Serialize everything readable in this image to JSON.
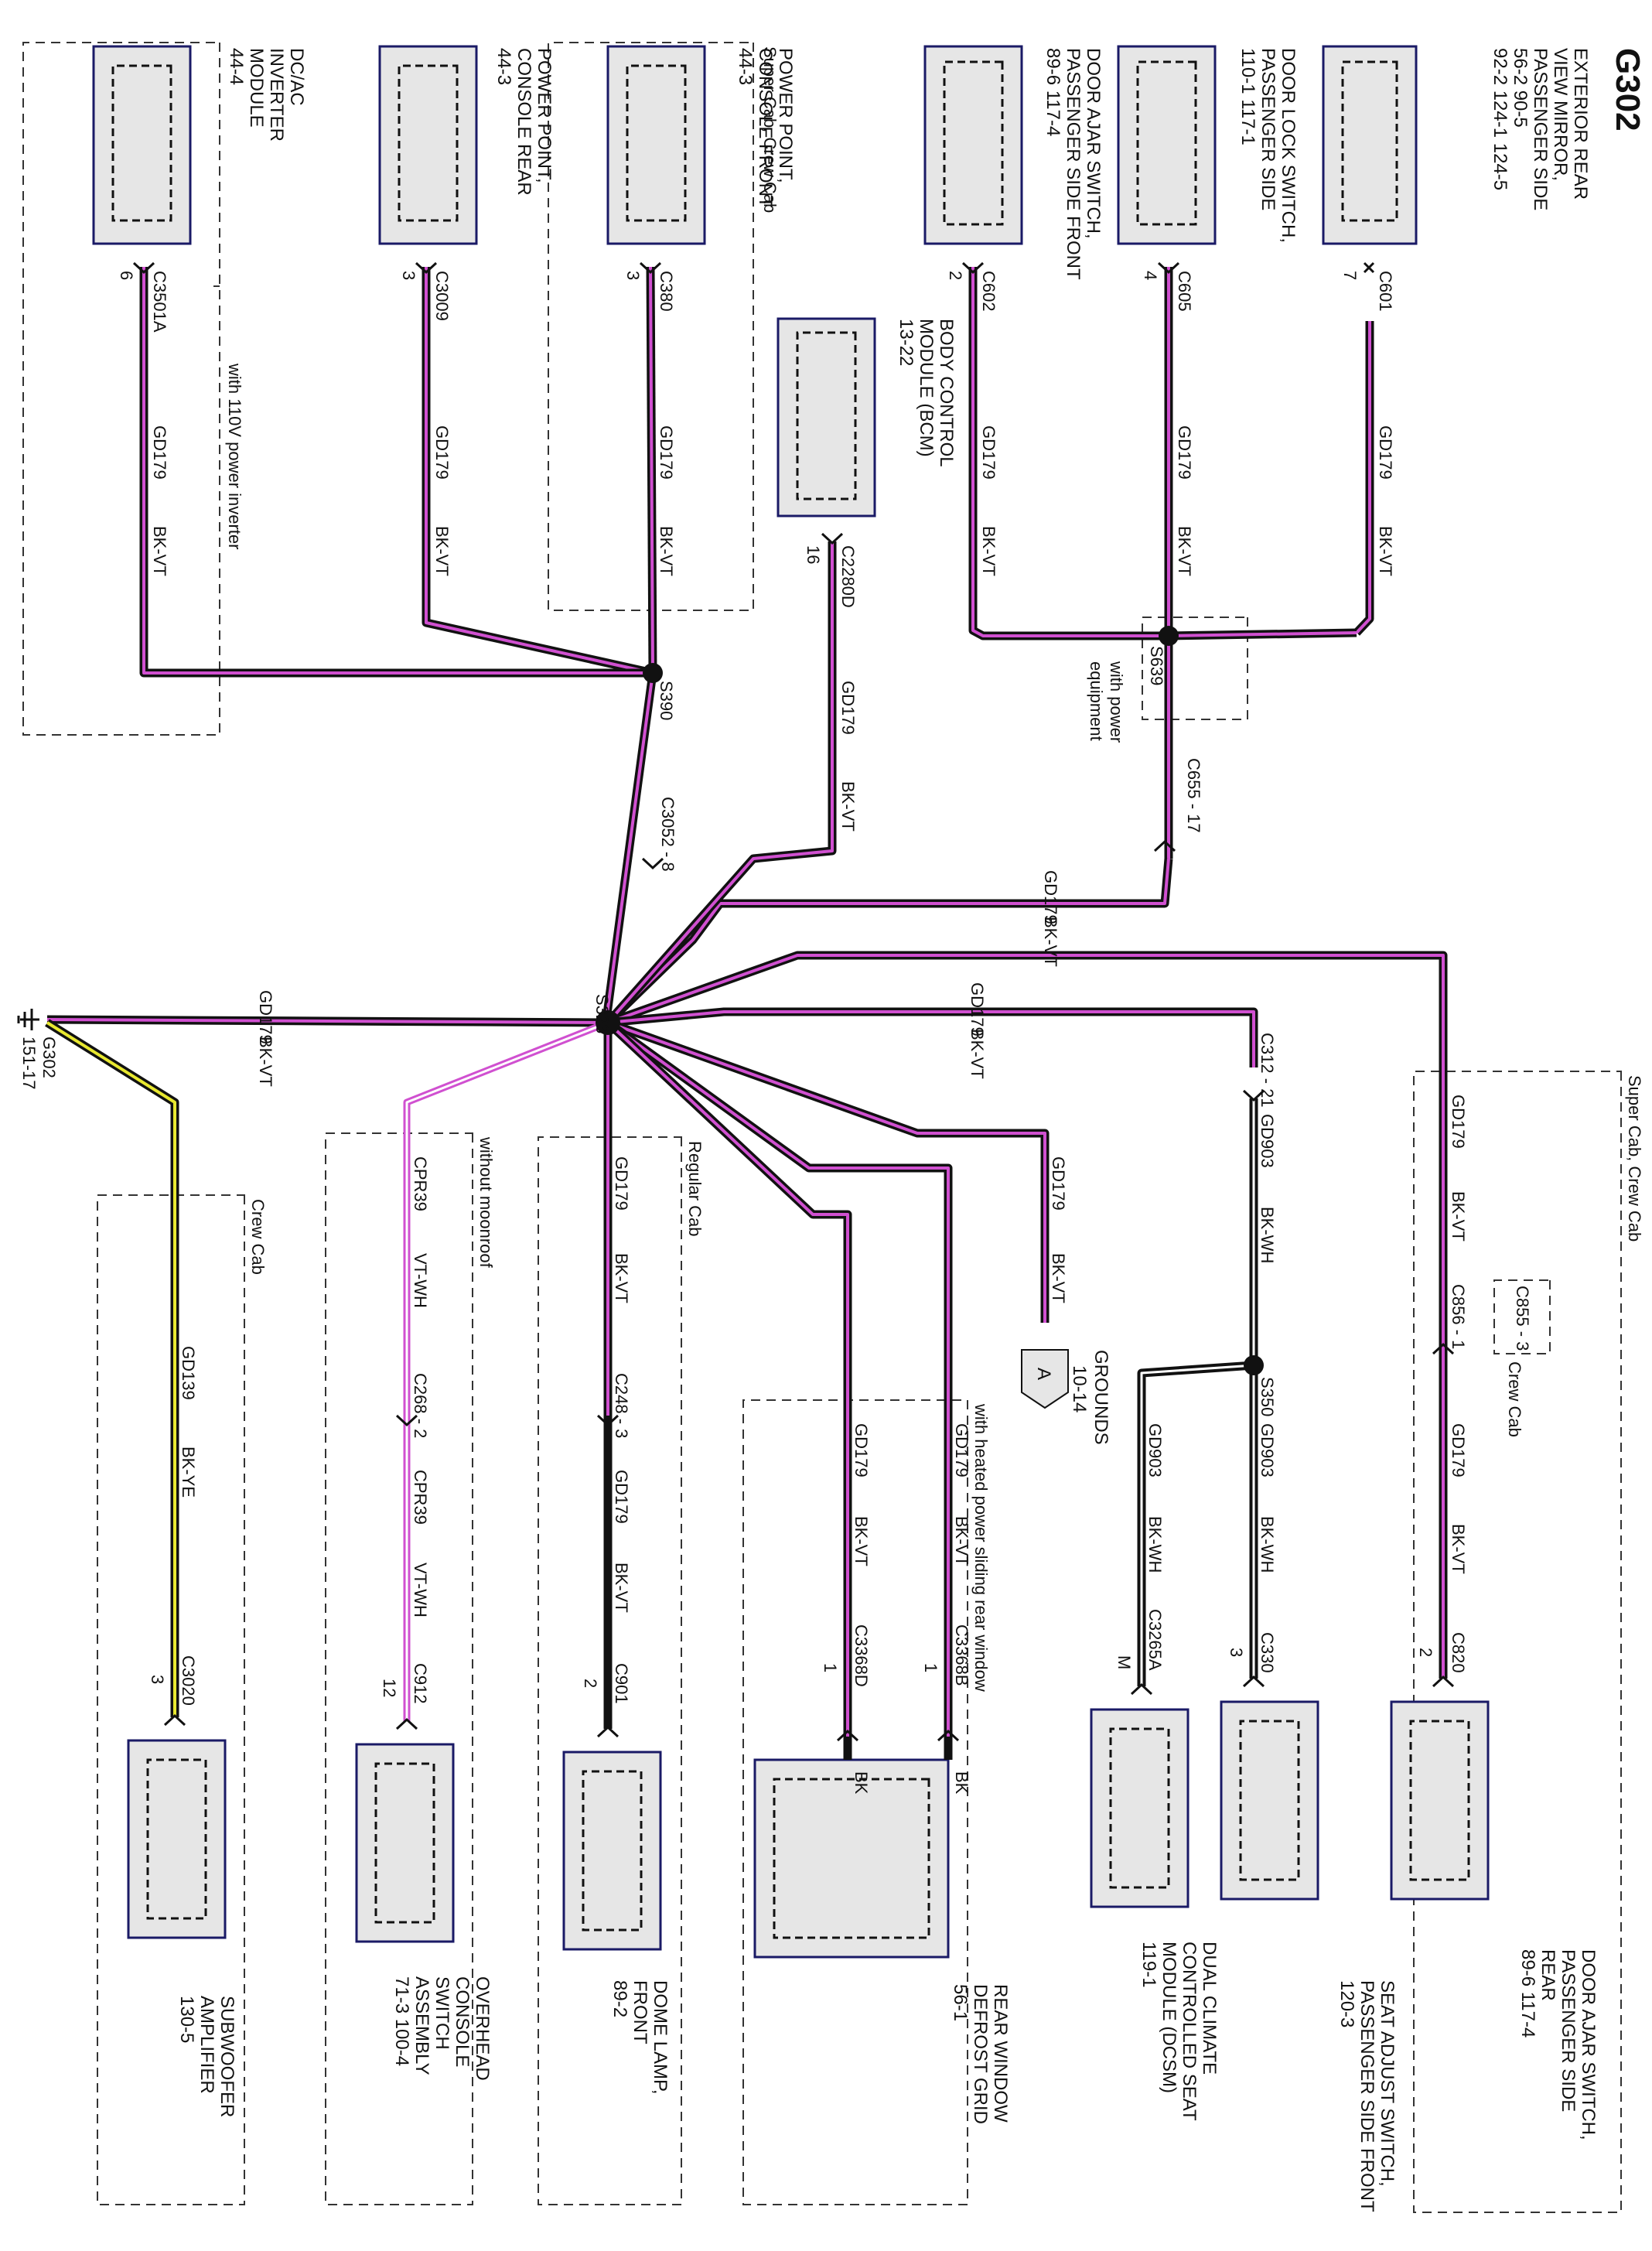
{
  "diagram": {
    "ground_title": "G302",
    "ground_ref": {
      "name": "G302",
      "page": "151-17"
    },
    "splices": {
      "s323": "S323",
      "s390": "S390",
      "s639": "S639",
      "s350": "S350"
    },
    "components": {
      "mirror": {
        "l1": "EXTERIOR REAR",
        "l2": "VIEW MIRROR,",
        "l3": "PASSENGER SIDE",
        "l4": "56-2     90-5",
        "l5": "92-2     124-1     124-5"
      },
      "door_lock": {
        "l1": "DOOR LOCK SWITCH,",
        "l2": "PASSENGER SIDE",
        "l3": "110-1       117-1"
      },
      "door_ajar_front": {
        "l1": "DOOR AJAR SWITCH,",
        "l2": "PASSENGER SIDE FRONT",
        "l3": "89-6       117-4"
      },
      "bcm": {
        "l1": "BODY CONTROL",
        "l2": "MODULE (BCM)",
        "l3": "13-22"
      },
      "pp_front": {
        "l1": "POWER POINT,",
        "l2": "CONSOLE FRONT",
        "l3": "44-3"
      },
      "pp_rear": {
        "l1": "POWER POINT,",
        "l2": "CONSOLE REAR",
        "l3": "44-3"
      },
      "inverter": {
        "l1": "DC/AC",
        "l2": "INVERTER",
        "l3": "MODULE",
        "l4": "44-4"
      },
      "door_ajar_rear": {
        "l1": "DOOR AJAR SWITCH,",
        "l2": "PASSENGER SIDE",
        "l3": "REAR",
        "l4": "89-6       117-4"
      },
      "seat_adjust": {
        "l1": "SEAT ADJUST SWITCH,",
        "l2": "PASSENGER SIDE FRONT",
        "l3": "120-3"
      },
      "dcsm": {
        "l1": "DUAL CLIMATE",
        "l2": "CONTROLLED SEAT",
        "l3": "MODULE (DCSM)",
        "l4": "119-1"
      },
      "defrost": {
        "l1": "REAR WINDOW",
        "l2": "DEFROST GRID",
        "l3": "56-1"
      },
      "dome": {
        "l1": "DOME LAMP,",
        "l2": "FRONT",
        "l3": "89-2"
      },
      "overhead": {
        "l1": "OVERHEAD",
        "l2": "CONSOLE",
        "l3": "SWITCH",
        "l4": "ASSEMBLY",
        "l5": "71-3     100-4"
      },
      "subwoofer": {
        "l1": "SUBWOOFER",
        "l2": "AMPLIFIER",
        "l3": "130-5"
      }
    },
    "connectors": {
      "c601": {
        "name": "C601",
        "pin": "7"
      },
      "c605": {
        "name": "C605",
        "pin": "4"
      },
      "c602": {
        "name": "C602",
        "pin": "2"
      },
      "c2280d": {
        "name": "C2280D",
        "pin": "16"
      },
      "c380": {
        "name": "C380",
        "pin": "3"
      },
      "c3009": {
        "name": "C3009",
        "pin": "3"
      },
      "c3501a": {
        "name": "C3501A",
        "pin": "6"
      },
      "c655": "C655 - 17",
      "c3052": "C3052 - 8",
      "c312": "C312 - 21",
      "c856": "C856 - 1",
      "c855": "C855 - 3",
      "c820": {
        "name": "C820",
        "pin": "2"
      },
      "c330": {
        "name": "C330",
        "pin": "3"
      },
      "c3265a": {
        "name": "C3265A",
        "pin": "M"
      },
      "c3368b": {
        "name": "C3368B",
        "pin": "1"
      },
      "c3368d": {
        "name": "C3368D",
        "pin": "1"
      },
      "c248": "C248 - 3",
      "c901": {
        "name": "C901",
        "pin": "2"
      },
      "c268": "C268 - 2",
      "c912": {
        "name": "C912",
        "pin": "12"
      },
      "c3020": {
        "name": "C3020",
        "pin": "3"
      }
    },
    "wires": {
      "gd179": "GD179",
      "bkvt": "BK-VT",
      "gd903": "GD903",
      "bkwh": "BK-WH",
      "cpr39": "CPR39",
      "vtwh": "VT-WH",
      "gd139": "GD139",
      "bkye": "BK-YE",
      "bk": "BK"
    },
    "groups": {
      "super_crew": "Super Cab, Crew Cab",
      "inverter_opt": "with 110V power inverter",
      "power_equip": "with power",
      "power_equip2": "equipment",
      "super_crew2": "Super Cab, Crew Cab",
      "crew_cab": "Crew Cab",
      "heated_window": "with heated power sliding rear window",
      "regular_cab": "Regular Cab",
      "no_moonroof": "without moonroof",
      "crew_cab2": "Crew Cab"
    },
    "grounds_ref": {
      "letter": "A",
      "l1": "GROUNDS",
      "l2": "10-14"
    }
  },
  "colors": {
    "black_wire": "#111111",
    "violet_stripe": "#d050d0",
    "yellow_stripe": "#e8e830",
    "component_fill": "#e6e6e6",
    "component_border": "#1a1a66"
  }
}
